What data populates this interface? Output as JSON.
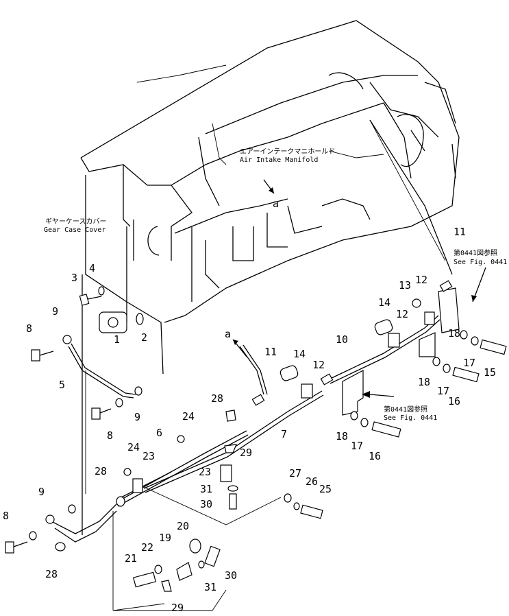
{
  "callouts": {
    "air_intake_jp": "エアーインテークマニホールド",
    "air_intake_en": "Air Intake Manifold",
    "gear_case_jp": "ギヤーケースカバー",
    "gear_case_en1": "Gear Case Cover",
    "see_fig_jp_top": "第0441図参照",
    "see_fig_en_top": "See Fig. 0441",
    "see_fig_jp_mid": "第0441図参照",
    "see_fig_en_mid": "See Fig. 0441",
    "ref_a_upper": "a",
    "ref_a_lower": "a"
  },
  "part_numbers": {
    "p1": "1",
    "p2": "2",
    "p3": "3",
    "p4": "4",
    "p5": "5",
    "p6": "6",
    "p7": "7",
    "p8a": "8",
    "p8b": "8",
    "p8c": "8",
    "p9a": "9",
    "p9b": "9",
    "p9c": "9",
    "p10": "10",
    "p11a": "11",
    "p11b": "11",
    "p12a": "12",
    "p12b": "12",
    "p12c": "12",
    "p13": "13",
    "p14a": "14",
    "p14b": "14",
    "p15": "15",
    "p16a": "16",
    "p16b": "16",
    "p17a": "17",
    "p17b": "17",
    "p17c": "17",
    "p18a": "18",
    "p18b": "18",
    "p18c": "18",
    "p19": "19",
    "p20": "20",
    "p21": "21",
    "p22": "22",
    "p23a": "23",
    "p23b": "23",
    "p24a": "24",
    "p24b": "24",
    "p25": "25",
    "p26": "26",
    "p27": "27",
    "p28a": "28",
    "p28b": "28",
    "p28c": "28",
    "p29a": "29",
    "p29b": "29",
    "p30a": "30",
    "p30b": "30",
    "p31a": "31",
    "p31b": "31"
  }
}
